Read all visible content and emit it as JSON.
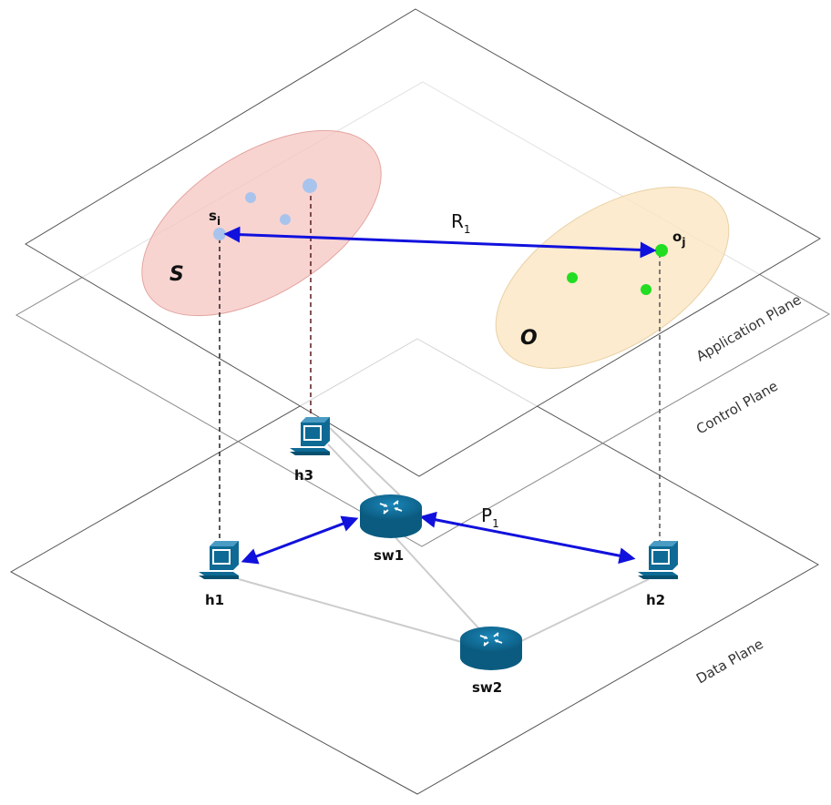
{
  "planes": {
    "application": "Application Plane",
    "control": "Control Plane",
    "data": "Data Plane"
  },
  "sets": {
    "subjects": "S",
    "objects": "O"
  },
  "elements": {
    "s_base": "s",
    "s_sub": "i",
    "o_base": "o",
    "o_sub": "j"
  },
  "relations": {
    "r_base": "R",
    "r_sub": "1",
    "p_base": "P",
    "p_sub": "1"
  },
  "nodes": {
    "h1": "h1",
    "h2": "h2",
    "h3": "h3",
    "sw1": "sw1",
    "sw2": "sw2"
  },
  "colors": {
    "subject_set_fill": "#f5c6c2",
    "object_set_fill": "#fbe6c2",
    "subject_points": "#a9c4ec",
    "object_points": "#22dd22",
    "arrow": "#1111dd",
    "device": "#0e6a94",
    "link": "#cccccc"
  }
}
